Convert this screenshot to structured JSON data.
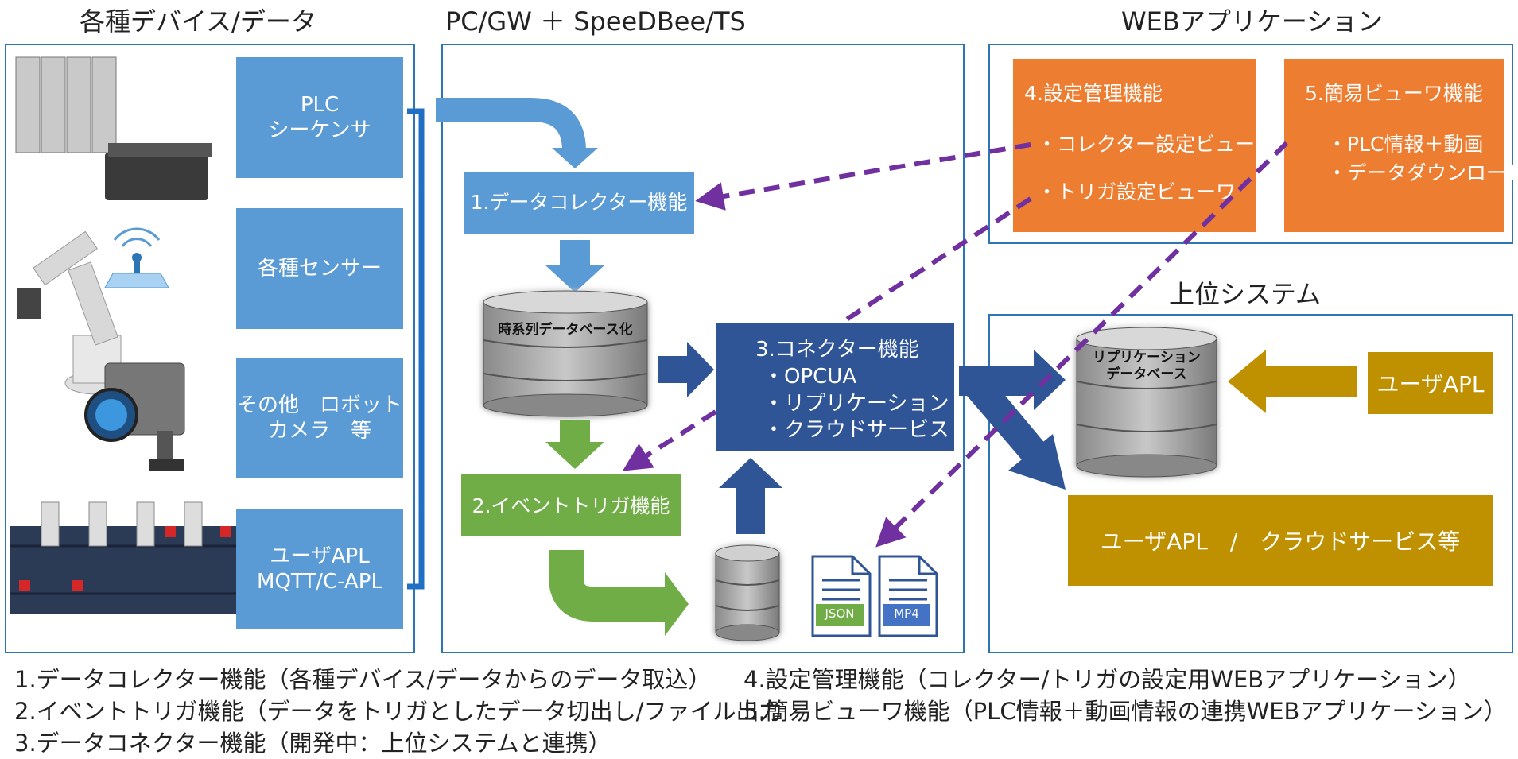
{
  "sections": {
    "devices": "各種デバイス/データ",
    "gateway": "PC/GW ＋ SpeeDBee/TS",
    "web": "WEBアプリケーション",
    "upper": "上位システム"
  },
  "devices": {
    "plc": [
      "PLC",
      "シーケンサ"
    ],
    "sensor": "各種センサー",
    "other": [
      "その他　ロボット",
      "カメラ　等"
    ],
    "userapl": [
      "ユーザAPL",
      "MQTT/C-APL"
    ]
  },
  "gateway": {
    "collector": "1.データコレクター機能",
    "tsdb": "時系列データベース化",
    "trigger": "2.イベントトリガ機能",
    "connector": {
      "title": "3.コネクター機能",
      "items": [
        "・OPCUA",
        "・リプリケーション",
        "・クラウドサービス"
      ]
    },
    "files": {
      "json": "JSON",
      "mp4": "MP4"
    }
  },
  "web": {
    "settings": {
      "title": "4.設定管理機能",
      "items": [
        "・コレクター設定ビューワ",
        "・トリガ設定ビューワ"
      ]
    },
    "viewer": {
      "title": "5.簡易ビューワ機能",
      "items": [
        "・PLC情報＋動画",
        "・データダウンロード"
      ]
    }
  },
  "upper": {
    "repdb": [
      "リプリケーション",
      "データベース"
    ],
    "userapl": "ユーザAPL",
    "cloud": "ユーザAPL　/　クラウドサービス等"
  },
  "notes": [
    "1.データコレクター機能（各種デバイス/データからのデータ取込）",
    "2.イベントトリガ機能（データをトリガとしたデータ切出し/ファイル出力",
    "3.データコネクター機能（開発中：上位システムと連携）",
    "4.設定管理機能（コレクター/トリガの設定用WEBアプリケーション）",
    "5.簡易ビューワ機能（PLC情報＋動画情報の連携WEBアプリケーション）"
  ],
  "colors": {
    "blue": "#5b9bd5",
    "navy": "#2f5597",
    "green": "#70ad47",
    "orange": "#ed7d31",
    "gold": "#bf9000",
    "purple": "#7030a0",
    "panel_border": "#2e75b6"
  }
}
